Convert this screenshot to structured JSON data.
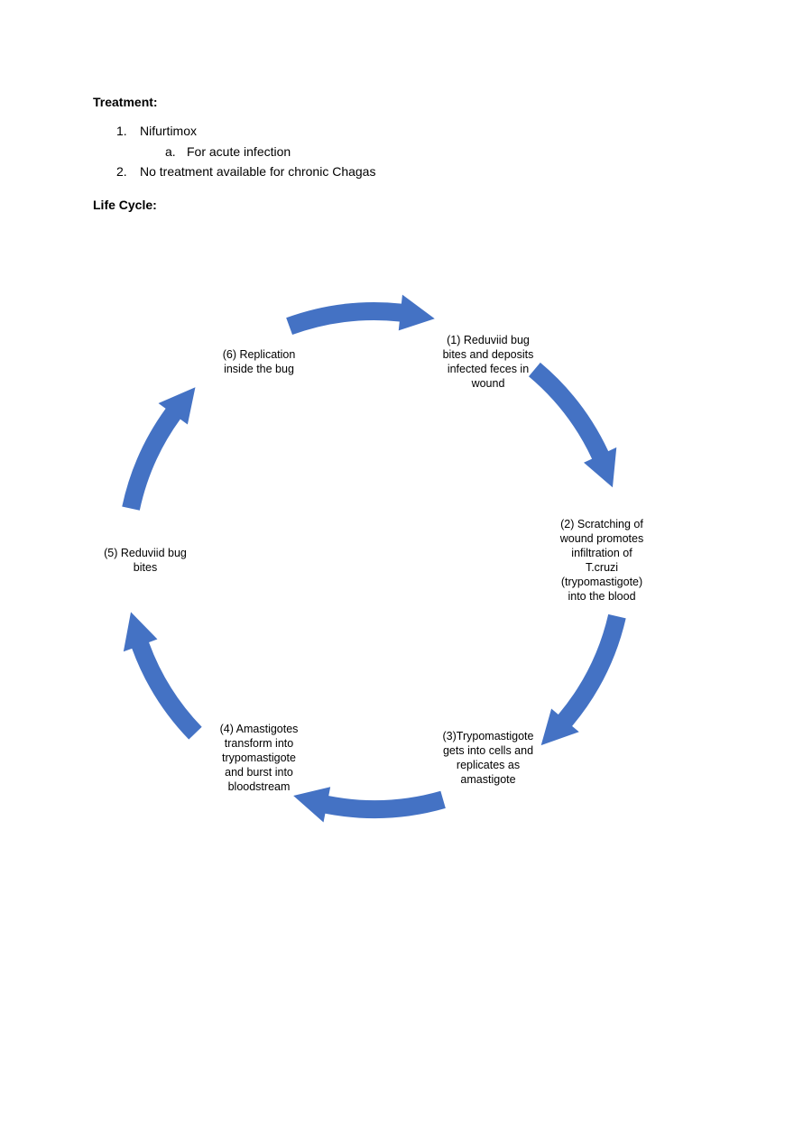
{
  "treatment": {
    "heading": "Treatment:",
    "items": [
      {
        "num": "1.",
        "text": "Nifurtimox"
      },
      {
        "num": "a.",
        "text": "For acute infection"
      },
      {
        "num": "2.",
        "text": "No treatment available for chronic Chagas"
      }
    ]
  },
  "lifecycle": {
    "heading": "Life Cycle:",
    "steps": [
      {
        "label": "(1) Reduviid bug\nbites and deposits\ninfected feces in\nwound"
      },
      {
        "label": "(2) Scratching of\nwound promotes\ninfiltration of\nT.cruzi\n(trypomastigote)\ninto the blood"
      },
      {
        "label": "(3)Trypomastigote\ngets into cells and\nreplicates as\namastigote"
      },
      {
        "label": "(4) Amastigotes\ntransform into\ntrypomastigote\nand burst into\nbloodstream"
      },
      {
        "label": "(5) Reduviid bug\nbites"
      },
      {
        "label": "(6) Replication\ninside the bug"
      }
    ],
    "arrow_color": "#4472c4"
  }
}
